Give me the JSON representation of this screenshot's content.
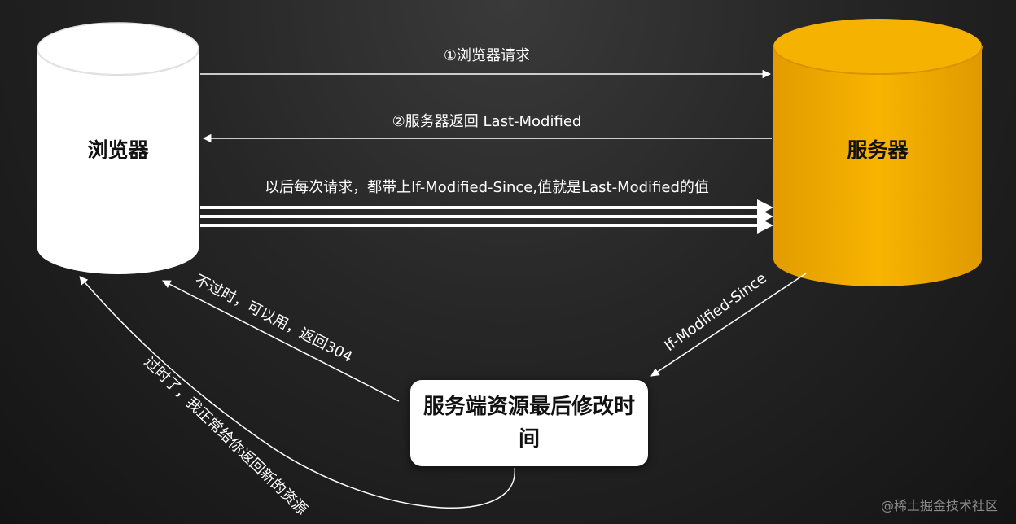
{
  "nodes": {
    "browser": {
      "label": "浏览器",
      "color": "#ffffff"
    },
    "server": {
      "label": "服务器",
      "color": "#f5b000"
    },
    "resource_box": {
      "label": "服务端资源最后修改时间"
    }
  },
  "edges": {
    "request": "①浏览器请求",
    "response": "②服务器返回 Last-Modified",
    "subsequent": "以后每次请求，都带上If-Modified-Since,值就是Last-Modified的值",
    "check": "If-Modified-Since",
    "not_expired": "不过时，可以用，返回304",
    "expired": "过时了，我正常给你返回新的资源"
  },
  "watermark": "@稀土掘金技术社区"
}
